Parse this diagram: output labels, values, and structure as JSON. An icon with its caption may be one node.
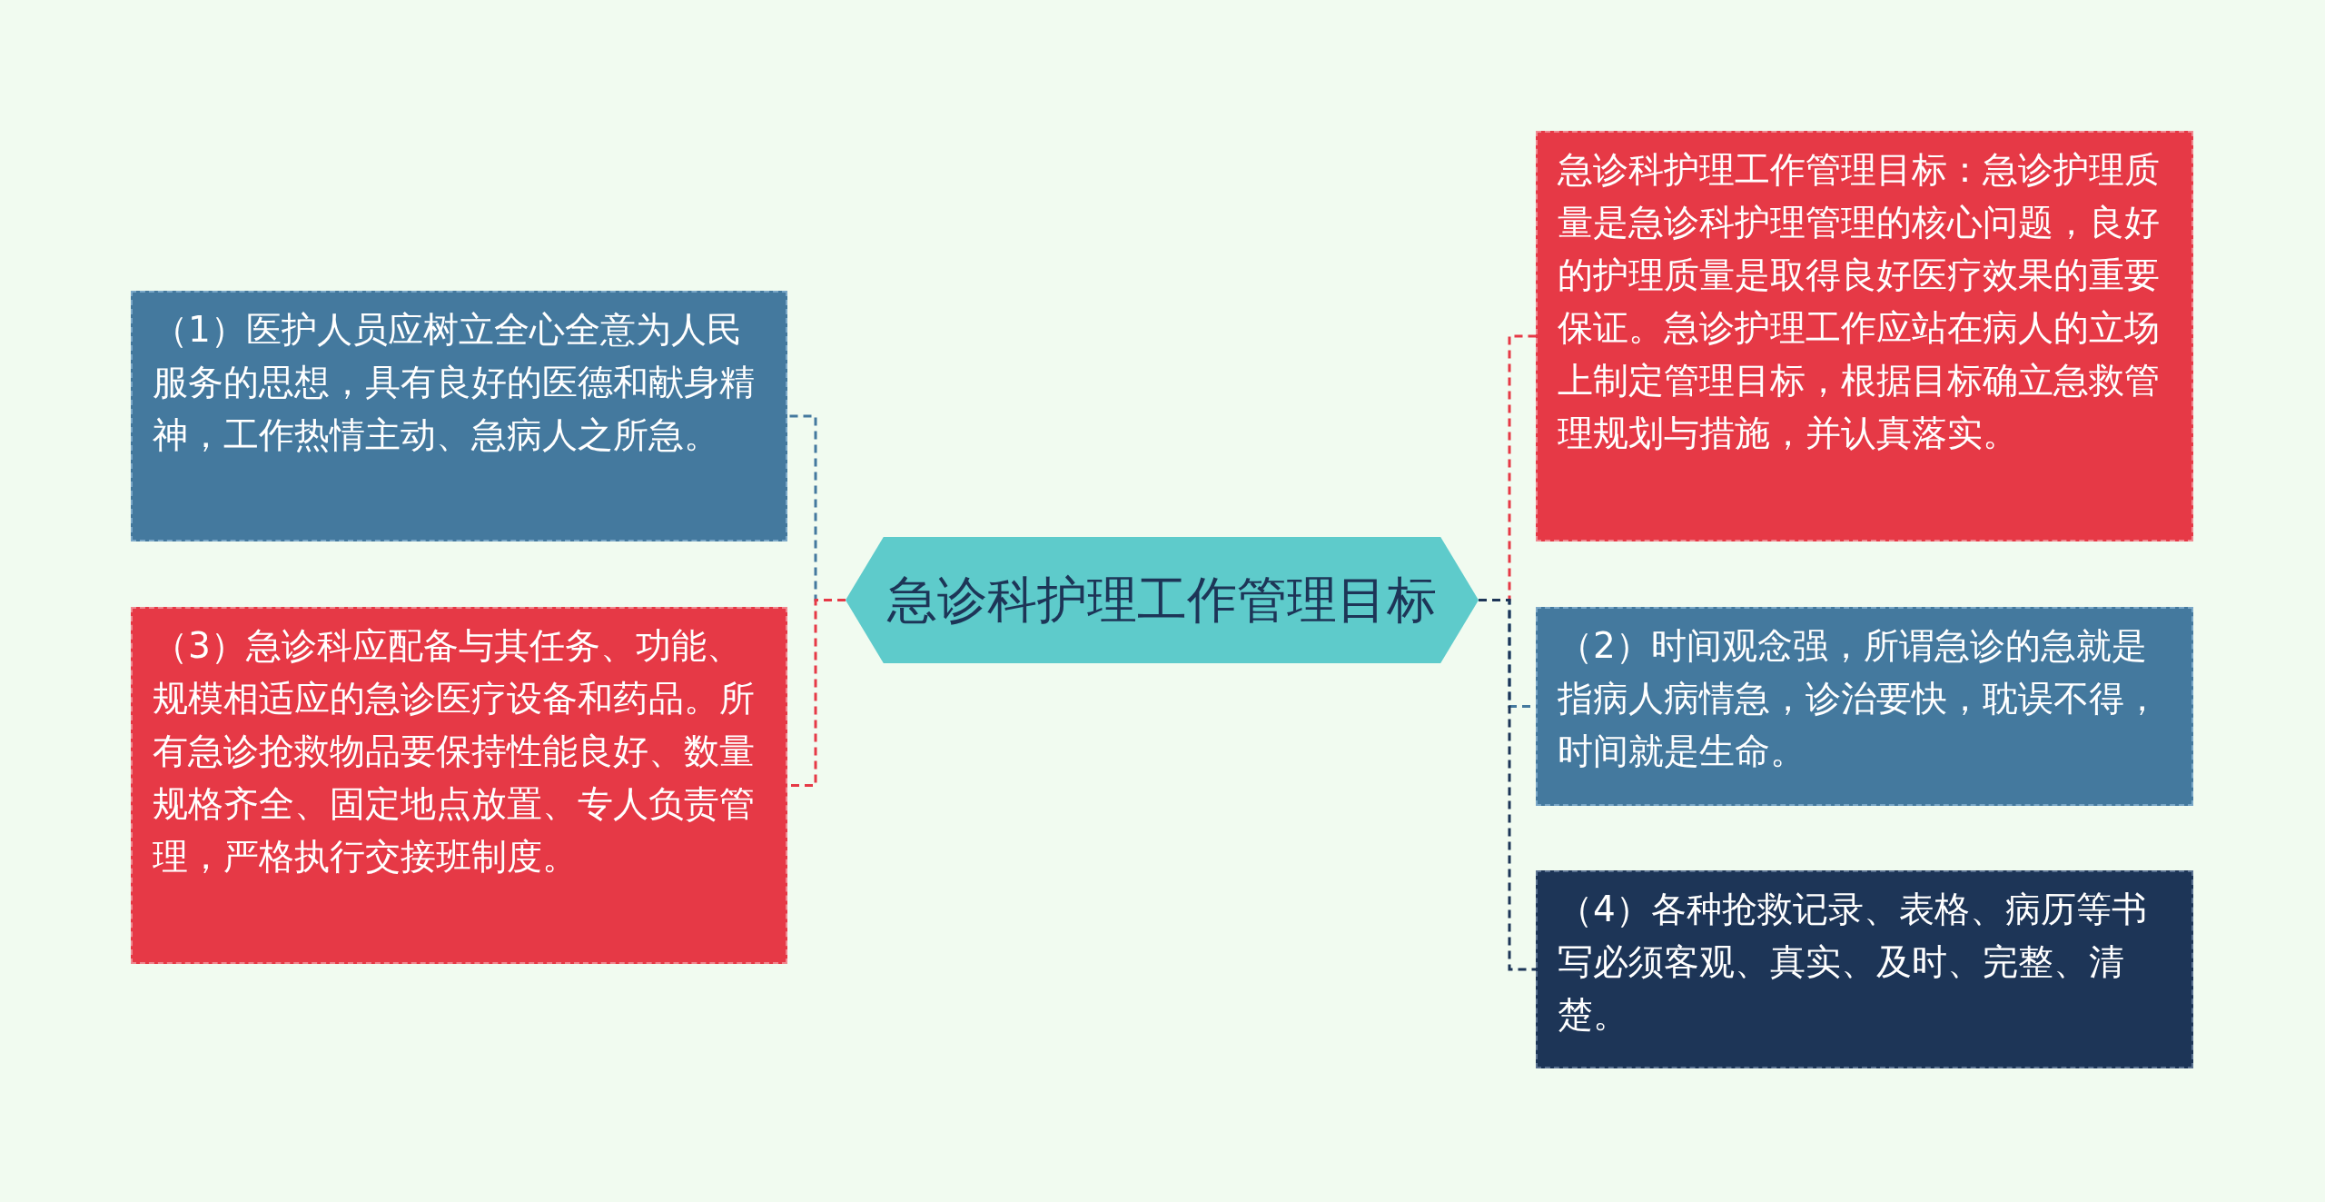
{
  "diagram": {
    "nodes": [
      {
        "text": [
          "急诊科护理工作管理目标"
        ]
      },
      {
        "text": [
          "（1）医护人员应树立全心全意为人民服务的思想，具有良好的医德和献身精神，工作热情主动、急病人之所急。"
        ]
      },
      {
        "text": [
          "（3）急诊科应配备与其任务、功能、规模相适应的急诊医疗设备和药品。所有急诊抢救物品要保持性能良好、数量规格齐全、固定地点放置、专人负责管理，严格执行交接班制度。"
        ]
      },
      {
        "text": [
          "急诊科护理工作管理目标：急诊护理质量是急诊科护理管理的核心问题，良好的护理质量是取得良好医疗效果的重要保证。急诊护理工作应站在病人的立场上制定管理目标，根据目标确立急救管理规划与措施，并认真落实。"
        ]
      },
      {
        "text": [
          "（2）时间观念强，所谓急诊的急就是指病人病情急，诊治要快，耽误不得，时间就是生命。"
        ]
      },
      {
        "text": [
          "（4）各种抢救记录、表格、病历等书写必须客观、真实、及时、完整、清楚。"
        ]
      }
    ],
    "edges": [
      {
        "from": 0,
        "to": 1,
        "arrow": "none",
        "style": "dashed",
        "color": "#44799e"
      },
      {
        "from": 0,
        "to": 2,
        "arrow": "none",
        "style": "dashed",
        "color": "#e63946"
      },
      {
        "from": 0,
        "to": 3,
        "arrow": "none",
        "style": "dashed",
        "color": "#e63946"
      },
      {
        "from": 0,
        "to": 4,
        "arrow": "none",
        "style": "dashed",
        "color": "#44799e"
      },
      {
        "from": 0,
        "to": 5,
        "arrow": "none",
        "style": "dashed",
        "color": "#1d3557"
      }
    ]
  }
}
